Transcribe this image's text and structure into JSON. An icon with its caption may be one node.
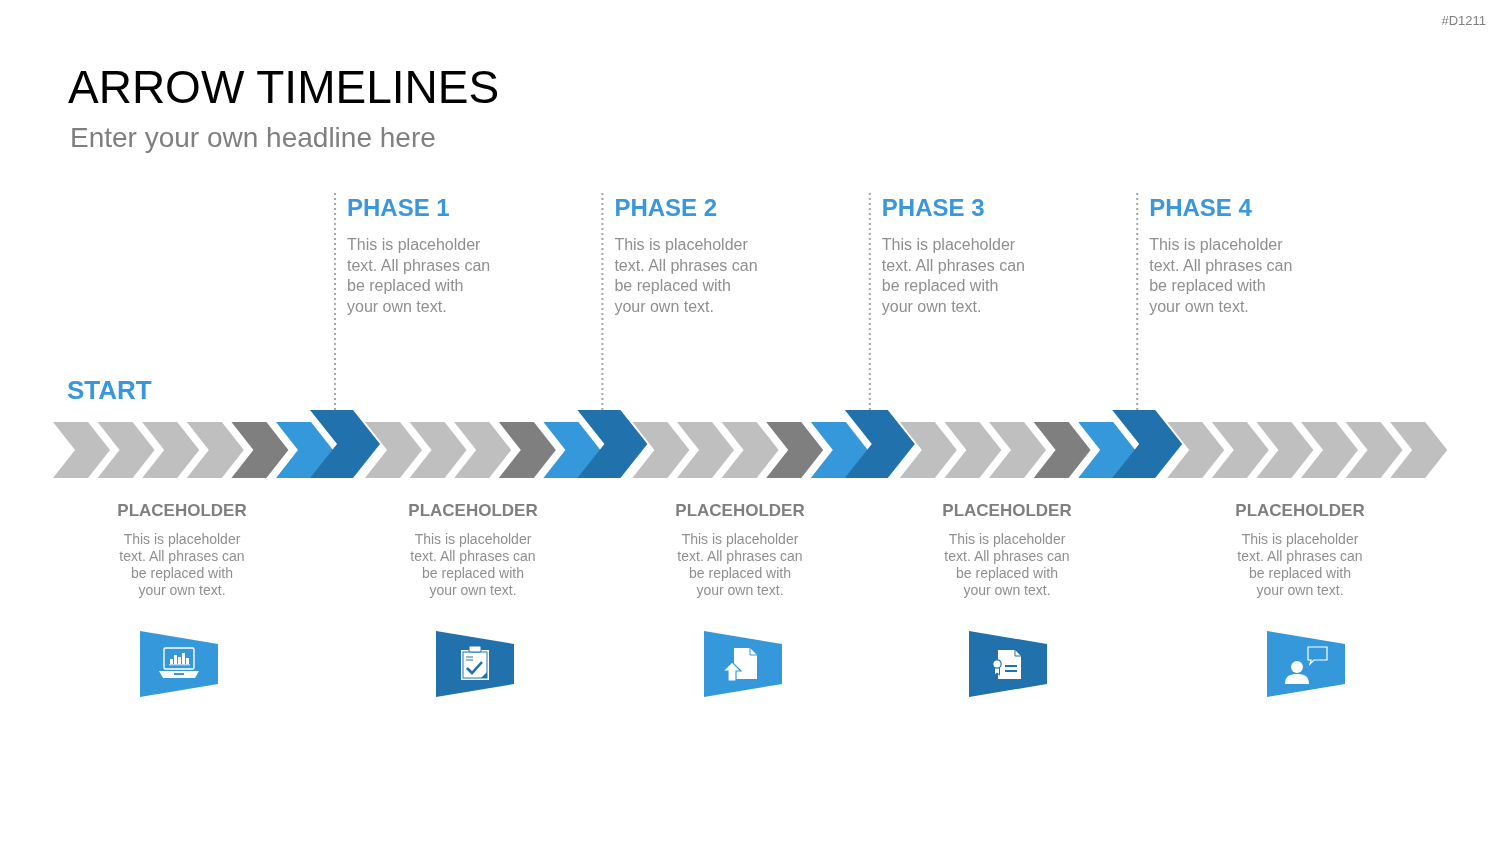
{
  "diagram": {
    "title": "ARROW TIMELINES",
    "nodes": [
      {
        "text": [
          "PHASE 1",
          "This is placeholder text. All phrases can be replaced with your own text."
        ]
      },
      {
        "text": [
          "PHASE 2",
          "This is placeholder text. All phrases can be replaced with your own text."
        ]
      },
      {
        "text": [
          "PHASE 3",
          "This is placeholder text. All phrases can be replaced with your own text."
        ]
      },
      {
        "text": [
          "PHASE 4",
          "This is placeholder text. All phrases can be replaced with your own text."
        ]
      },
      {
        "text": [],
        "shape": "chevron"
      },
      {
        "text": [],
        "shape": "chevron"
      },
      {
        "text": [],
        "shape": "chevron"
      },
      {
        "text": [],
        "shape": "chevron"
      }
    ],
    "edges": [
      {
        "from": 0,
        "to": 4,
        "arrow": "none",
        "style": "dashed"
      },
      {
        "from": 1,
        "to": 5,
        "arrow": "none",
        "style": "dashed"
      },
      {
        "from": 2,
        "to": 6,
        "arrow": "none",
        "style": "dashed"
      },
      {
        "from": 3,
        "to": 7,
        "arrow": "none",
        "style": "dashed"
      }
    ],
    "labels": [
      "#D1211",
      "Enter your own headline here",
      "START",
      "PLACEHOLDER",
      "This is placeholder text. All phrases can be replaced with your own text.",
      "PLACEHOLDER",
      "This is placeholder text. All phrases can be replaced with your own text.",
      "PLACEHOLDER",
      "This is placeholder text. All phrases can be replaced with your own text.",
      "PLACEHOLDER",
      "This is placeholder text. All phrases can be replaced with your own text.",
      "PLACEHOLDER",
      "This is placeholder text. All phrases can be replaced with your own text."
    ]
  }
}
